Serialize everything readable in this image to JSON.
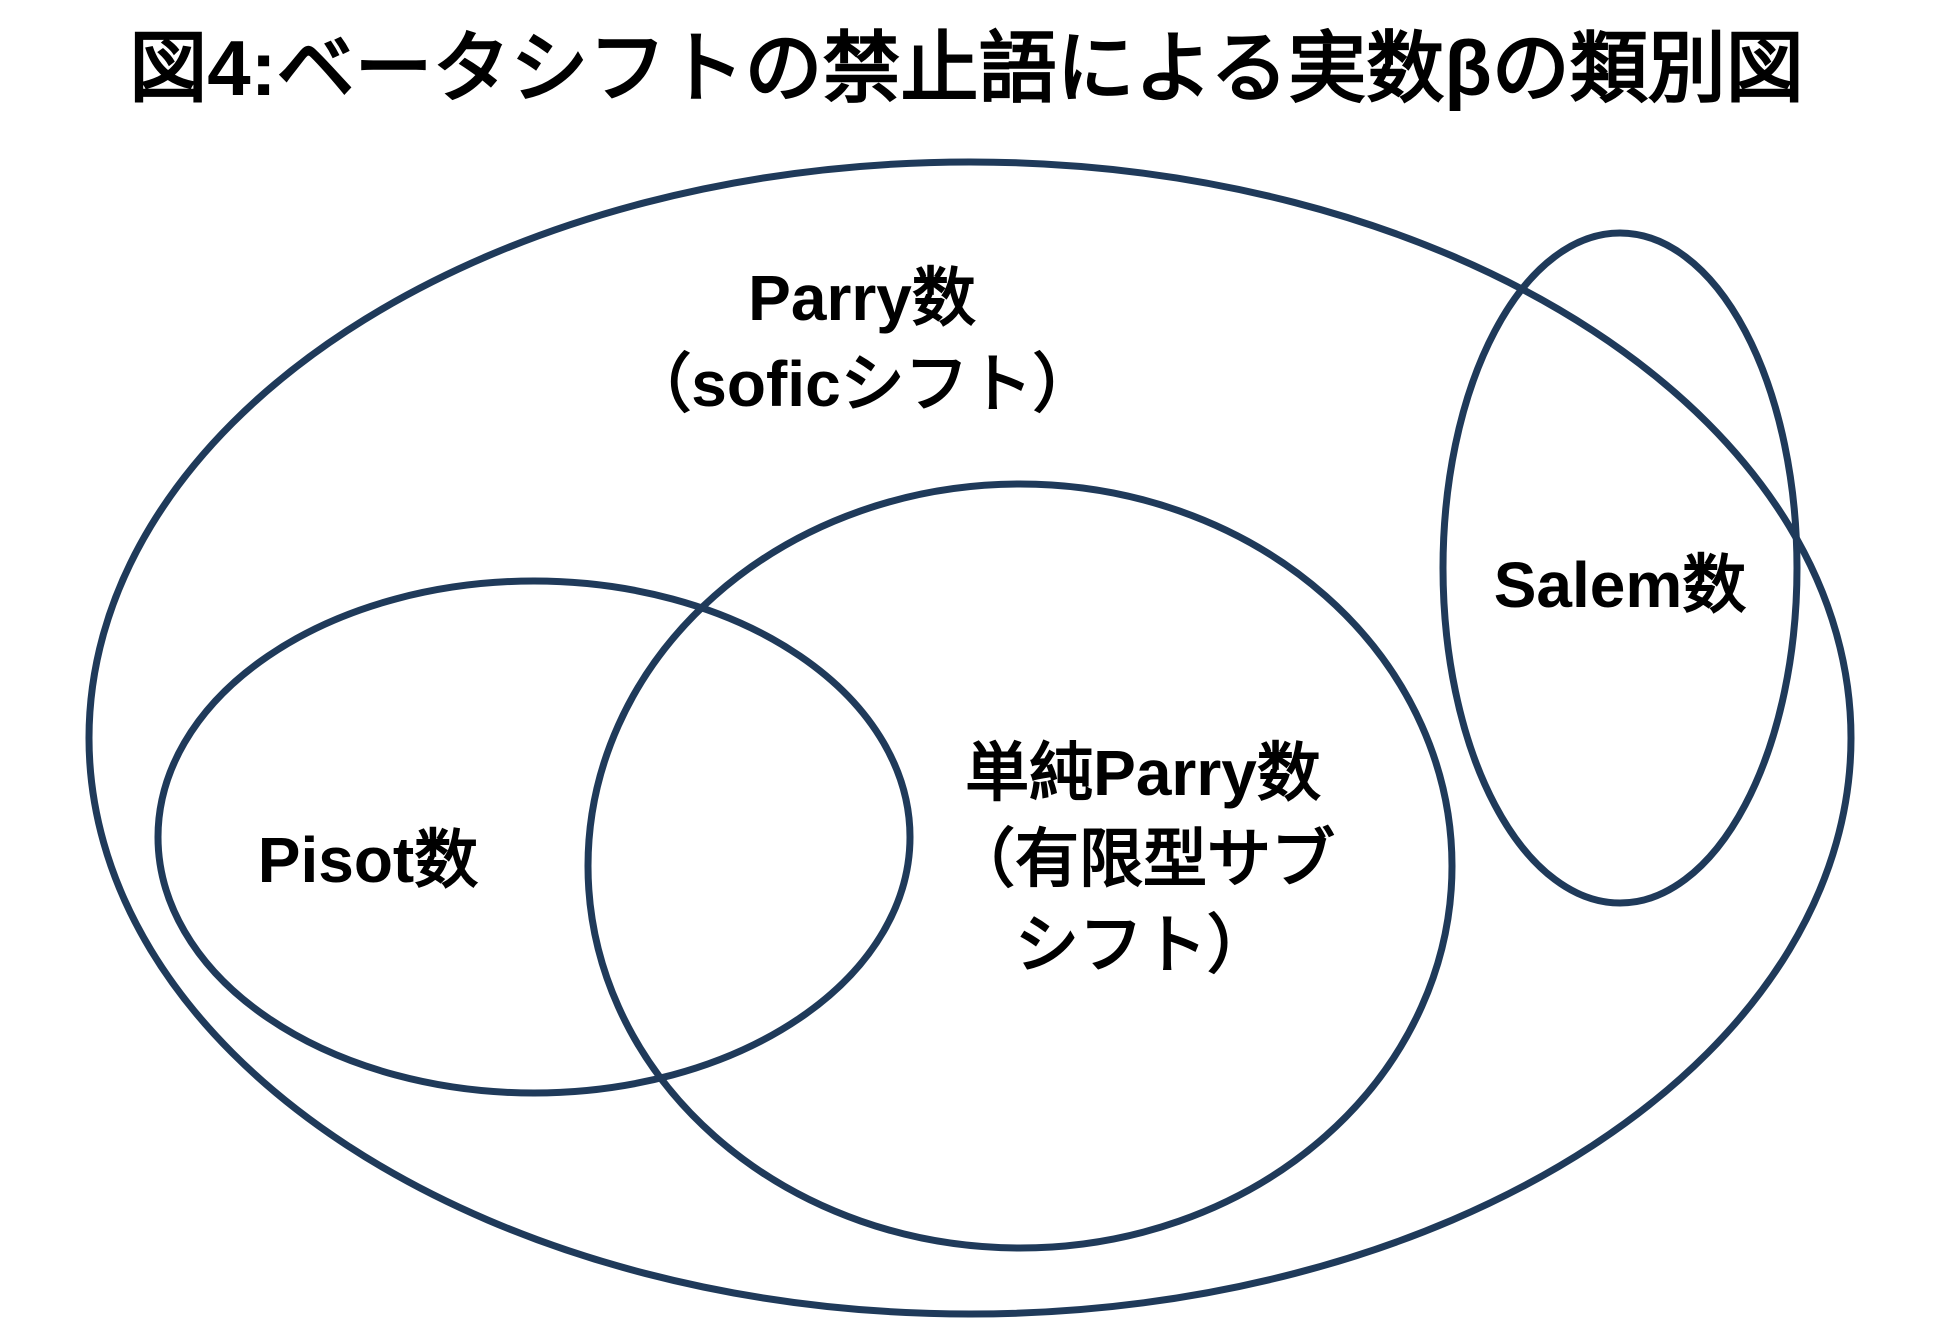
{
  "figure": {
    "title": "図4:ベータシフトの禁止語による実数βの類別図",
    "background_color": "#ffffff",
    "stroke_color": "#1f3a5a",
    "text_color": "#000000"
  },
  "sets": [
    {
      "id": "parry",
      "lines": [
        "Parry数",
        "（soficシフト）"
      ],
      "meaning": "Parry numbers (sofic shift)",
      "relation": "outermost ellipse containing Pisot数 and 単純Parry数, partially overlapped by Salem数"
    },
    {
      "id": "simple-parry",
      "lines": [
        "単純Parry数",
        "（有限型サブ",
        "シフト）"
      ],
      "meaning": "simple Parry numbers (subshift of finite type)",
      "relation": "inside Parry数, overlaps Pisot数"
    },
    {
      "id": "pisot",
      "lines": [
        "Pisot数"
      ],
      "meaning": "Pisot numbers",
      "relation": "inside Parry数, overlaps 単純Parry数"
    },
    {
      "id": "salem",
      "lines": [
        "Salem数"
      ],
      "meaning": "Salem numbers",
      "relation": "straddles the boundary of Parry数 (partly inside, partly outside)"
    }
  ]
}
